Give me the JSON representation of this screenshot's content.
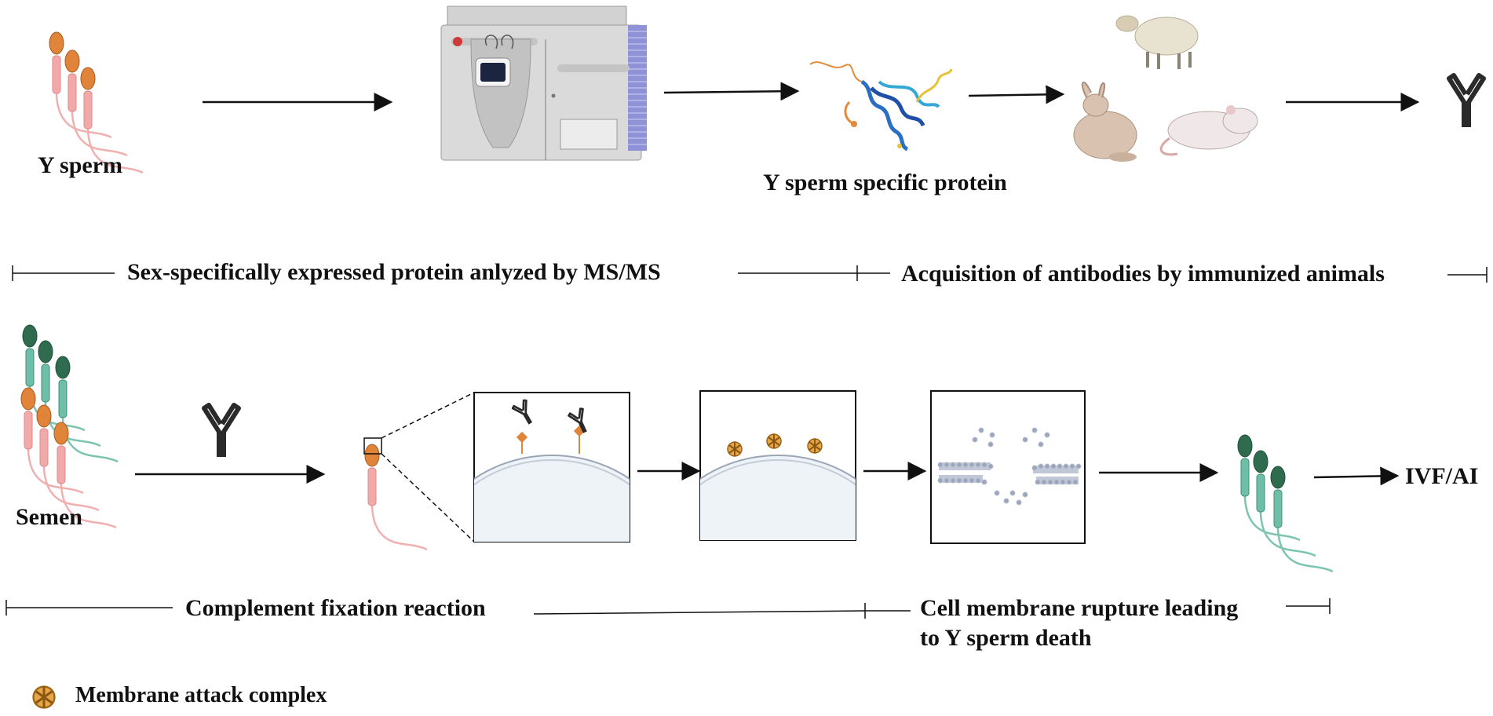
{
  "labels": {
    "y_sperm": "Y sperm",
    "y_sperm_protein": "Y sperm specific protein",
    "section_ms": "Sex-specifically expressed protein anlyzed by MS/MS",
    "section_antibodies": "Acquisition of antibodies by immunized animals",
    "semen": "Semen",
    "ivf_ai": "IVF/AI",
    "section_complement": "Complement fixation reaction",
    "section_rupture_line1": "Cell membrane rupture leading",
    "section_rupture_line2": "to Y sperm death",
    "legend_mac": "Membrane attack complex"
  },
  "colors": {
    "y_sperm": "#e88a8a",
    "x_sperm": "#4fa98f",
    "sperm_head_orange": "#e0843a",
    "sperm_head_green": "#2f6b4f",
    "antibody": "#2a2a2a",
    "instrument_body": "#d8d8d8",
    "instrument_side": "#8f92d6",
    "membrane": "#8f9bb0",
    "mac": "#d08a2c",
    "cell": "#eef3f8"
  },
  "icons": [
    "sperm-icon",
    "mass-spectrometer-icon",
    "protein-structure-icon",
    "sheep-icon",
    "rabbit-icon",
    "rat-icon",
    "antibody-icon",
    "membrane-attack-complex-icon",
    "lipid-bilayer-icon"
  ]
}
